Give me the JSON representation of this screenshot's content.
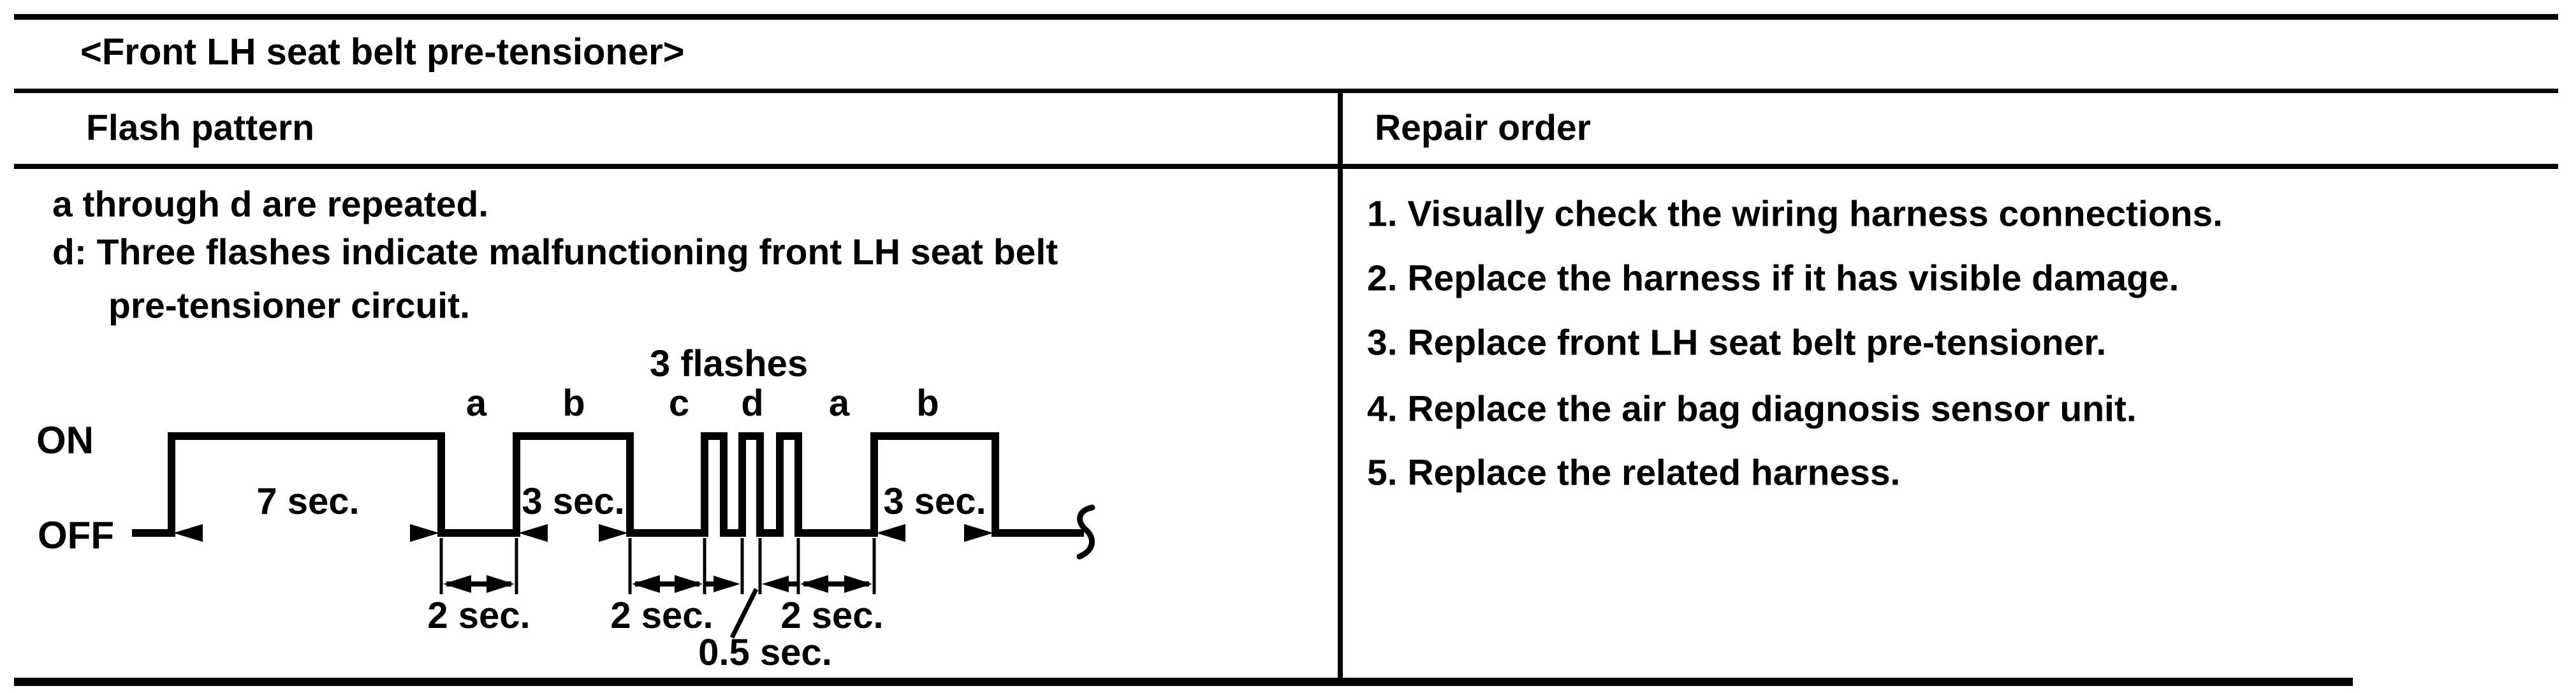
{
  "page": {
    "title": "<Front LH seat belt pre-tensioner>"
  },
  "table": {
    "headers": {
      "flash_pattern": "Flash pattern",
      "repair_order": "Repair order"
    }
  },
  "flash_pattern": {
    "note_line1": "a through d are repeated.",
    "note_line2": "d: Three flashes indicate malfunctioning front LH seat belt",
    "note_line3": "pre-tensioner circuit."
  },
  "repair_order": {
    "items": [
      "1. Visually check the wiring harness connections.",
      "2. Replace the harness if it has visible damage.",
      "3. Replace front LH seat belt pre-tensioner.",
      "4. Replace the air bag diagnosis sensor unit.",
      "5. Replace the related harness."
    ]
  },
  "diagram": {
    "on_label": "ON",
    "off_label": "OFF",
    "flashes_label": "3 flashes",
    "sequence_labels": [
      "a",
      "b",
      "c",
      "d",
      "a",
      "b"
    ],
    "durations": {
      "initial_on": "7 sec.",
      "b_first": "3 sec.",
      "b_second": "3 sec.",
      "gap_first": "2 sec.",
      "gap_second": "2 sec.",
      "gap_third": "2 sec.",
      "flash_width": "0.5 sec."
    },
    "timing_seconds": {
      "initial_on": 7,
      "off_gap": 2,
      "b_on": 3,
      "d_flash_on": 0.5,
      "d_flash_count": 3
    }
  }
}
